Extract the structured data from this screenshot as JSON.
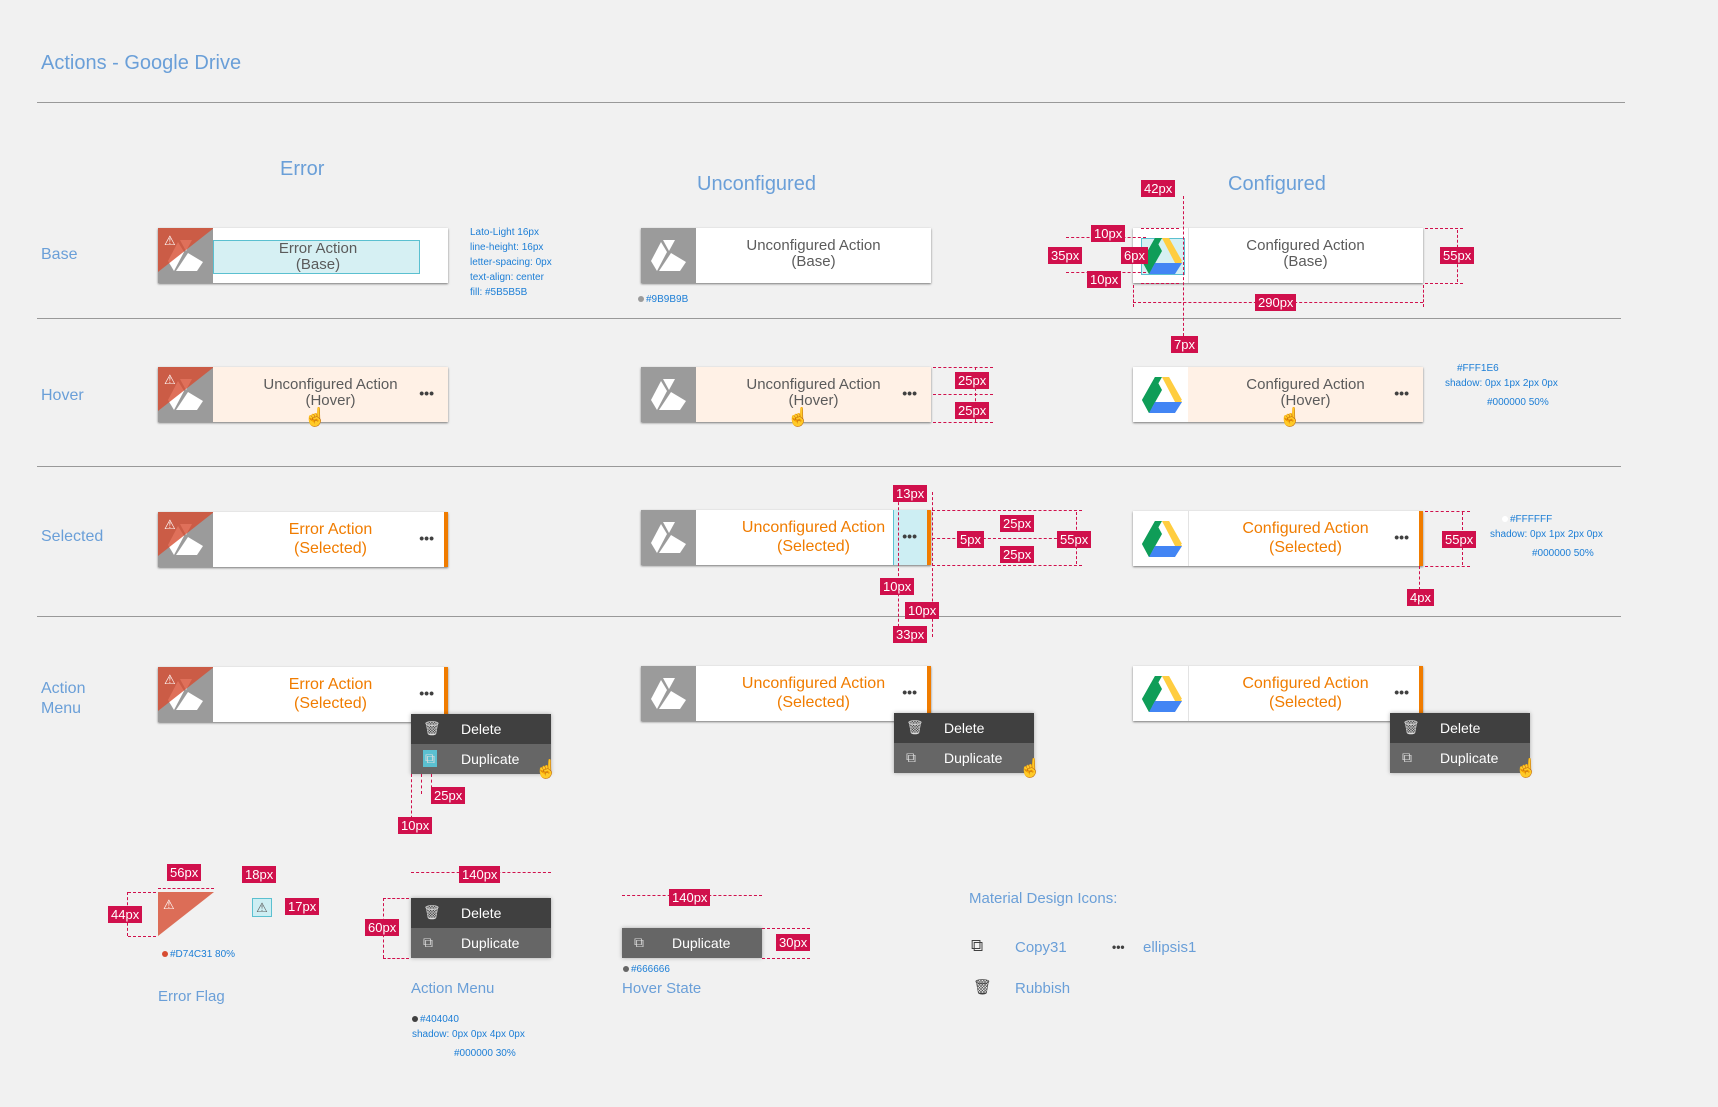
{
  "title": "Actions - Google Drive",
  "columns": {
    "error": "Error",
    "unconfigured": "Unconfigured",
    "configured": "Configured"
  },
  "rows": {
    "base": "Base",
    "hover": "Hover",
    "selected": "Selected",
    "action_menu": "Action Menu"
  },
  "cards": {
    "error_base": [
      "Error Action",
      "(Base)"
    ],
    "unconf_base": [
      "Unconfigured Action",
      "(Base)"
    ],
    "conf_base": [
      "Configured Action",
      "(Base)"
    ],
    "error_hover": [
      "Unconfigured Action",
      "(Hover)"
    ],
    "unconf_hover": [
      "Unconfigured Action",
      "(Hover)"
    ],
    "conf_hover": [
      "Configured Action",
      "(Hover)"
    ],
    "error_sel": [
      "Error Action",
      "(Selected)"
    ],
    "unconf_sel": [
      "Unconfigured Action",
      "(Selected)"
    ],
    "conf_sel": [
      "Configured Action",
      "(Selected)"
    ]
  },
  "menu": {
    "delete": "Delete",
    "duplicate": "Duplicate"
  },
  "specs": {
    "font": [
      "Lato-Light 16px",
      "line-height: 16px",
      "letter-spacing: 0px",
      "text-align: center",
      "fill: #5B5B5B"
    ],
    "gray": "#9B9B9B",
    "hover_fill": "#FFF1E6",
    "hover_shadow": "shadow: 0px 1px 2px 0px",
    "hover_shadow_color": "#000000 50%",
    "sel_fill": "#FFFFFF",
    "sel_shadow": "shadow: 0px 1px 2px 0px",
    "sel_shadow_color": "#000000 50%",
    "flag_color": "#D74C31 80%",
    "menu_color": "#404040",
    "menu_shadow": "shadow: 0px 0px 4px 0px",
    "menu_shadow_color": "#000000 30%",
    "hover_state_color": "#666666"
  },
  "measures": {
    "m42": "42px",
    "m10a": "10px",
    "m35": "35px",
    "m6": "6px",
    "m10b": "10px",
    "m55a": "55px",
    "m290": "290px",
    "m7": "7px",
    "m25a": "25px",
    "m25b": "25px",
    "m13": "13px",
    "m25c": "25px",
    "m5": "5px",
    "m55b": "55px",
    "m25d": "25px",
    "m10c": "10px",
    "m10d": "10px",
    "m33": "33px",
    "m55c": "55px",
    "m4": "4px",
    "m25e": "25px",
    "m10e": "10px",
    "m56": "56px",
    "m44": "44px",
    "m18": "18px",
    "m17": "17px",
    "m140a": "140px",
    "m60": "60px",
    "m140b": "140px",
    "m30": "30px"
  },
  "bottom": {
    "error_flag": "Error Flag",
    "action_menu": "Action Menu",
    "hover_state": "Hover State",
    "mdi_title": "Material Design Icons:",
    "copy": "Copy31",
    "ellipsis": "ellipsis1",
    "rubbish": "Rubbish"
  },
  "colors": {
    "orange": "#F07C00",
    "gray": "#9B9B9B",
    "flag": "#D74C31",
    "accent": "#D0104C",
    "menu": "#404040",
    "hoverstate": "#666666"
  },
  "icons": [
    "drive-icon",
    "warning-icon",
    "trash-icon",
    "copy-icon",
    "ellipsis-icon",
    "hand-cursor-icon"
  ]
}
